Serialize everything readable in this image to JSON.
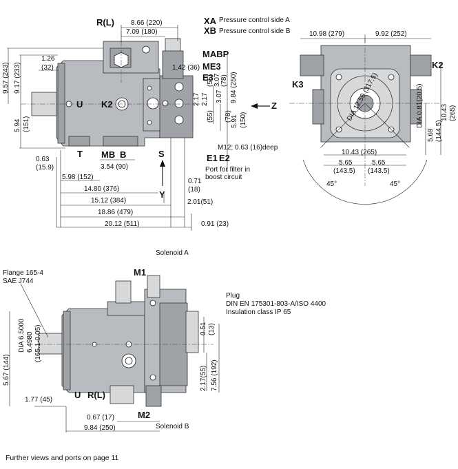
{
  "top_view": {
    "ports": {
      "r_l": "R(L)",
      "x_a": "XA",
      "x_a_note": "Pressure control side A",
      "x_b": "XB",
      "x_b_note": "Pressure control side B",
      "m_abp": "MABP",
      "m_e3": "ME3",
      "e_3": "E3",
      "u": "U",
      "k_2": "K2",
      "t": "T",
      "m_b": "MB",
      "b": "B",
      "s": "S",
      "e_1": "E1",
      "e_2": "E2",
      "z": "Z",
      "y": "Y"
    },
    "notes": {
      "thread": "M12; 0.63 (16)deep",
      "filter_port": "Port for filter in boost circuit"
    },
    "dims": {
      "d_866": "8.66 (220)",
      "d_709": "7.09 (180)",
      "d_142": "1.42 (36)",
      "d_126": "1.26",
      "d_126mm": "(32)",
      "d_957": "9.57 (243)",
      "d_917": "9.17 (233)",
      "d_594": "5.94",
      "d_594mm": "(151)",
      "d_063": "0.63",
      "d_063mm": "(15.9)",
      "d_598": "5.98 (152)",
      "d_354": "3.54 (90)",
      "d_1480": "14.80 (376)",
      "d_1512": "15.12 (384)",
      "d_1886": "18.86 (479)",
      "d_2012": "20.12 (511)",
      "d_091": "0.91 (23)",
      "d_201": "2.01(51)",
      "d_071": "0.71",
      "d_071mm": "(18)",
      "d_984": "9.84 (250)",
      "d_591": "5.91",
      "d_591mm": "(150)",
      "d_217a": "2.17",
      "d_217b": "2.17",
      "d_217mm": "(55)",
      "d_217mmb": "(55)",
      "d_307": "3.07",
      "d_307mm": "(78)",
      "d_307b": "3.07",
      "d_307bmm": "(78)"
    }
  },
  "end_view": {
    "ports": {
      "k_2": "K2",
      "k_3": "K3"
    },
    "dims": {
      "d_1098": "10.98 (279)",
      "d_992": "9.92 (252)",
      "dia": "DIA 12.50 (317.5)",
      "dia_081": "DIA 0.81(20.5)",
      "d_569": "5.69",
      "d_569mm": "(144.5)",
      "d_1043": "10.43",
      "d_1043mm": "(265)",
      "d_1043h": "10.43 (265)",
      "d_565a": "5.65",
      "d_565amm": "(143.5)",
      "d_565b": "5.65",
      "d_565bmm": "(143.5)",
      "angle_a": "45°",
      "angle_b": "45°"
    }
  },
  "side_view": {
    "labels": {
      "flange": "Flange 165-4",
      "sae": "SAE J744",
      "solenoid_a": "Solenoid A",
      "solenoid_b": "Solenoid B",
      "m_1": "M1",
      "m_2": "M2",
      "u": "U",
      "r_l": "R(L)",
      "plug": "Plug",
      "din": "DIN EN 175301-803-A/ISO 4400",
      "insulation": "Insulation class IP 65"
    },
    "dims": {
      "dia_6": "DIA 6.5000",
      "dia_6b": "6.4980",
      "dia_165": "(165.1-0.05)",
      "d_567": "5.67 (144)",
      "d_177": "1.77 (45)",
      "d_067": "0.67 (17)",
      "d_984": "9.84 (250)",
      "d_051": "0.51",
      "d_051mm": "(13)",
      "d_217": "2.17(55)",
      "d_756": "7.56 (192)"
    }
  },
  "footer": "Further views and ports on page 11"
}
